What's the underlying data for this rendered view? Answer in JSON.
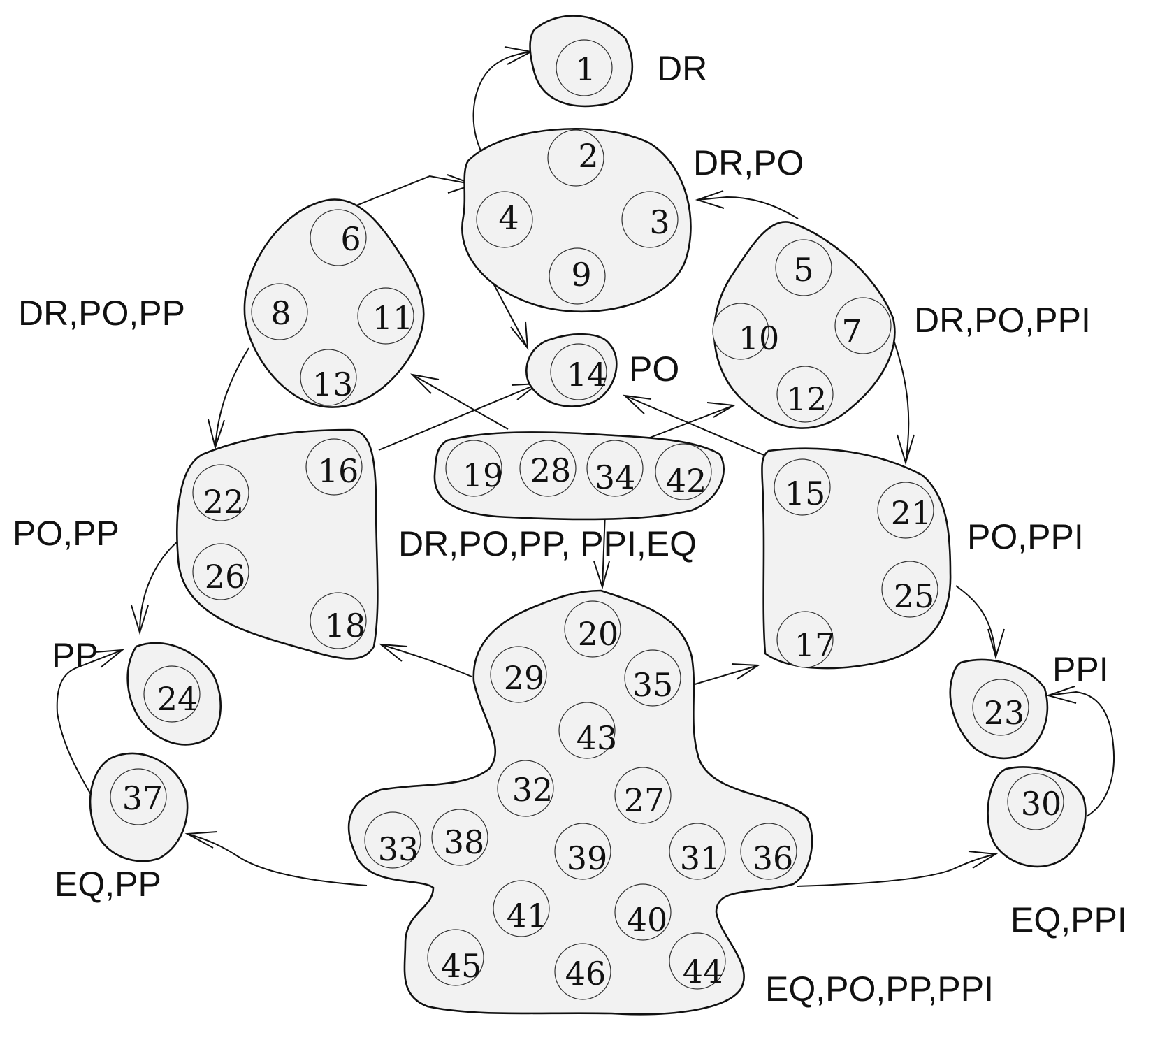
{
  "diagram": {
    "groups": [
      {
        "id": "g-dr",
        "label": "DR",
        "nodes": [
          "1"
        ]
      },
      {
        "id": "g-dr-po",
        "label": "DR,PO",
        "nodes": [
          "2",
          "4",
          "3",
          "9"
        ]
      },
      {
        "id": "g-dr-po-pp",
        "label": "DR,PO,PP",
        "nodes": [
          "6",
          "8",
          "11",
          "13"
        ]
      },
      {
        "id": "g-dr-po-ppi",
        "label": "DR,PO,PPI",
        "nodes": [
          "5",
          "10",
          "7",
          "12"
        ]
      },
      {
        "id": "g-po",
        "label": "PO",
        "nodes": [
          "14"
        ]
      },
      {
        "id": "g-all",
        "label": "DR,PO,PP, PPI,EQ",
        "nodes": [
          "19",
          "28",
          "34",
          "42"
        ]
      },
      {
        "id": "g-po-pp",
        "label": "PO,PP",
        "nodes": [
          "16",
          "22",
          "26",
          "18"
        ]
      },
      {
        "id": "g-po-ppi",
        "label": "PO,PPI",
        "nodes": [
          "15",
          "21",
          "25",
          "17"
        ]
      },
      {
        "id": "g-pp",
        "label": "PP",
        "nodes": [
          "24"
        ]
      },
      {
        "id": "g-ppi",
        "label": "PPI",
        "nodes": [
          "23"
        ]
      },
      {
        "id": "g-eq-pp",
        "label": "EQ,PP",
        "nodes": [
          "37"
        ]
      },
      {
        "id": "g-eq-ppi",
        "label": "EQ,PPI",
        "nodes": [
          "30"
        ]
      },
      {
        "id": "g-eq-po-pp-ppi",
        "label": "EQ,PO,PP,PPI",
        "nodes": [
          "20",
          "29",
          "35",
          "43",
          "32",
          "27",
          "33",
          "38",
          "39",
          "31",
          "36",
          "41",
          "40",
          "45",
          "46",
          "44"
        ]
      }
    ],
    "edges": [
      {
        "from": "g-dr-po",
        "to": "g-dr"
      },
      {
        "from": "g-dr-po-pp",
        "to": "g-dr-po"
      },
      {
        "from": "g-dr-po-ppi",
        "to": "g-dr-po"
      },
      {
        "from": "g-dr-po",
        "to": "g-po"
      },
      {
        "from": "g-dr-po-pp",
        "to": "g-po-pp"
      },
      {
        "from": "g-dr-po-ppi",
        "to": "g-po-ppi"
      },
      {
        "from": "g-all",
        "to": "g-dr-po-pp"
      },
      {
        "from": "g-all",
        "to": "g-dr-po-ppi"
      },
      {
        "from": "g-all",
        "to": "g-eq-po-pp-ppi"
      },
      {
        "from": "g-po-pp",
        "to": "g-po"
      },
      {
        "from": "g-po-ppi",
        "to": "g-po"
      },
      {
        "from": "g-po-pp",
        "to": "g-pp"
      },
      {
        "from": "g-po-ppi",
        "to": "g-ppi"
      },
      {
        "from": "g-eq-po-pp-ppi",
        "to": "g-po-pp"
      },
      {
        "from": "g-eq-po-pp-ppi",
        "to": "g-po-ppi"
      },
      {
        "from": "g-eq-po-pp-ppi",
        "to": "g-eq-pp"
      },
      {
        "from": "g-eq-po-pp-ppi",
        "to": "g-eq-ppi"
      },
      {
        "from": "g-eq-pp",
        "to": "g-pp"
      },
      {
        "from": "g-eq-ppi",
        "to": "g-ppi"
      }
    ]
  }
}
